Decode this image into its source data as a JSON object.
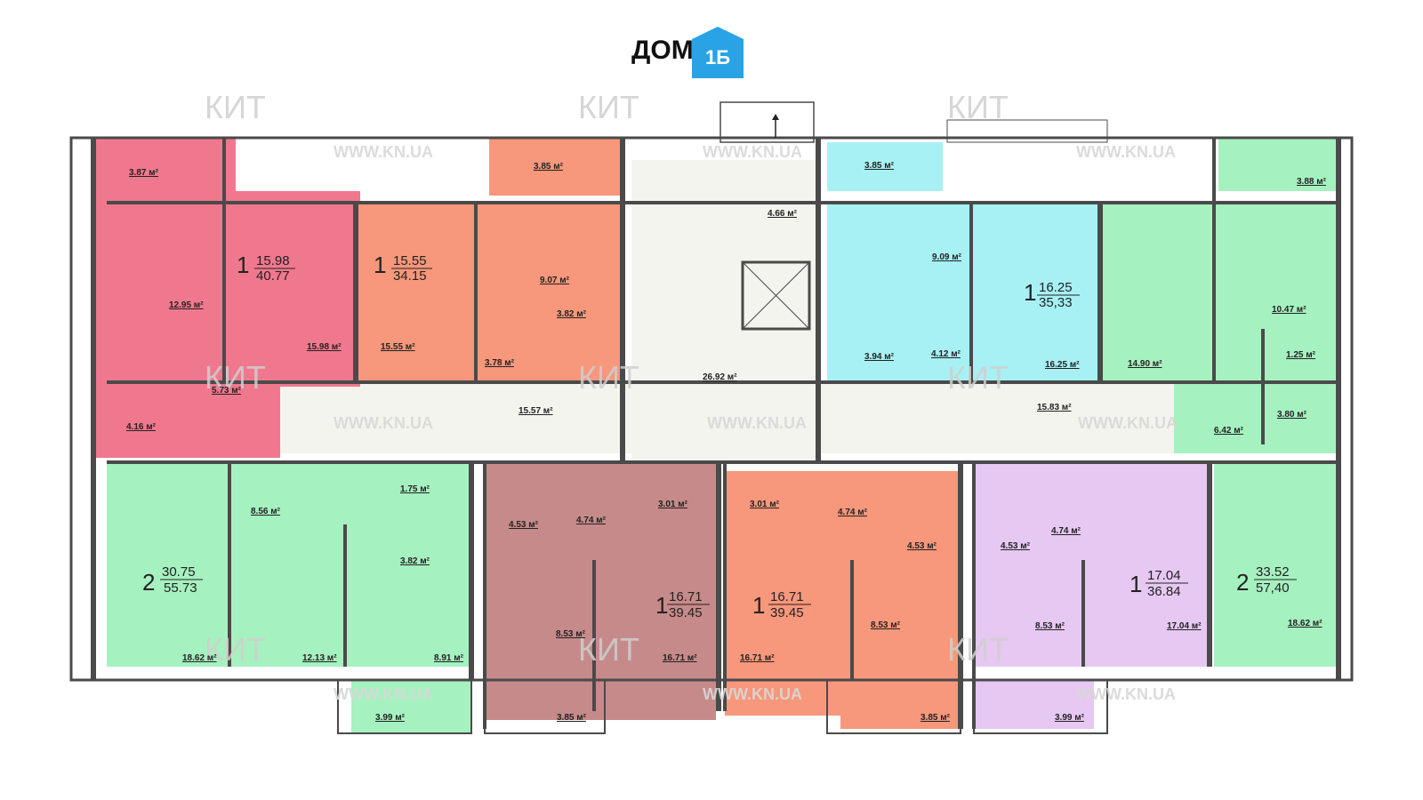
{
  "header": {
    "title": "ДОМ",
    "badge": "1Б",
    "badge_color": "#29a3e6"
  },
  "watermark": {
    "brand": "КИТ",
    "url": "WWW.KN.UA"
  },
  "colors": {
    "pink": "#f0788e",
    "salmon": "#f7977b",
    "cyan": "#a7f1f5",
    "green": "#a6f1c0",
    "mauve": "#c78a8a",
    "lavender": "#e6c8f2",
    "corridor": "#f4f4ef",
    "wall": "#4a4a4a"
  },
  "units": [
    {
      "rooms": "1",
      "living": "15.98",
      "total": "40.77"
    },
    {
      "rooms": "1",
      "living": "15.55",
      "total": "34.15"
    },
    {
      "rooms": "1",
      "living": "16.25",
      "total": "35,33"
    },
    {
      "rooms": "2",
      "living": "30.75",
      "total": "55.73"
    },
    {
      "rooms": "1",
      "living": "16.71",
      "total": "39.45"
    },
    {
      "rooms": "1",
      "living": "16.71",
      "total": "39.45"
    },
    {
      "rooms": "1",
      "living": "17.04",
      "total": "36.84"
    },
    {
      "rooms": "2",
      "living": "33.52",
      "total": "57,40"
    }
  ],
  "areas": [
    "3.87 м²",
    "12.95 м²",
    "15.98 м²",
    "5.73 м²",
    "4.16 м²",
    "3.85 м²",
    "9.07 м²",
    "3.82 м²",
    "15.55 м²",
    "3.78 м²",
    "4.66 м²",
    "26.92 м²",
    "15.57 м²",
    "3.85 м²",
    "9.09 м²",
    "3.94 м²",
    "4.12 м²",
    "16.25 м²",
    "15.83 м²",
    "3.88 м²",
    "10.47 м²",
    "14.90 м²",
    "1.25 м²",
    "3.80 м²",
    "6.42 м²",
    "8.56 м²",
    "1.75 м²",
    "3.82 м²",
    "18.62 м²",
    "12.13 м²",
    "8.91 м²",
    "3.99 м²",
    "4.53 м²",
    "4.74 м²",
    "3.01 м²",
    "8.53 м²",
    "16.71 м²",
    "3.85 м²",
    "3.01 м²",
    "4.74 м²",
    "4.53 м²",
    "8.53 м²",
    "16.71 м²",
    "3.85 м²",
    "4.53 м²",
    "4.74 м²",
    "8.53 м²",
    "17.04 м²",
    "3.99 м²",
    "18.62 м²"
  ]
}
